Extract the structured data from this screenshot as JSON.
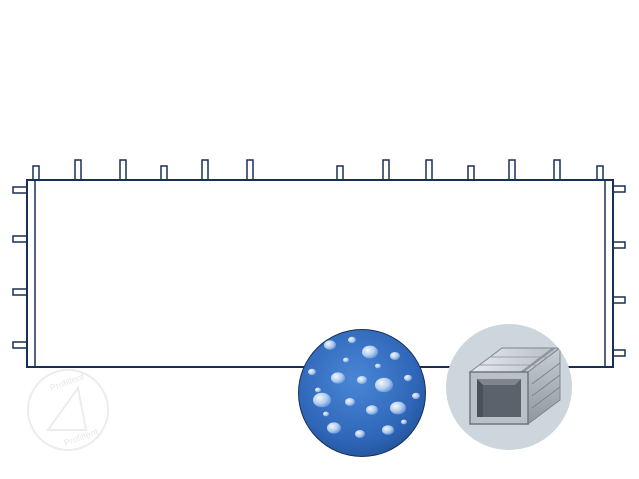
{
  "product": {
    "panel": {
      "tab_count_top": 13,
      "tab_count_left": 4,
      "tab_count_right": 4
    },
    "outline_color": "#1a2f55",
    "fabric_color": "#2f66b8",
    "frame_color": "#9aa3ad",
    "inset_background": "#cdd6dd"
  },
  "watermark": {
    "text": "Profiltent"
  },
  "insets": [
    {
      "name": "waterproof-fabric-detail",
      "icon": "water-droplets-icon"
    },
    {
      "name": "steel-frame-profile-detail",
      "icon": "square-tube-icon"
    }
  ]
}
